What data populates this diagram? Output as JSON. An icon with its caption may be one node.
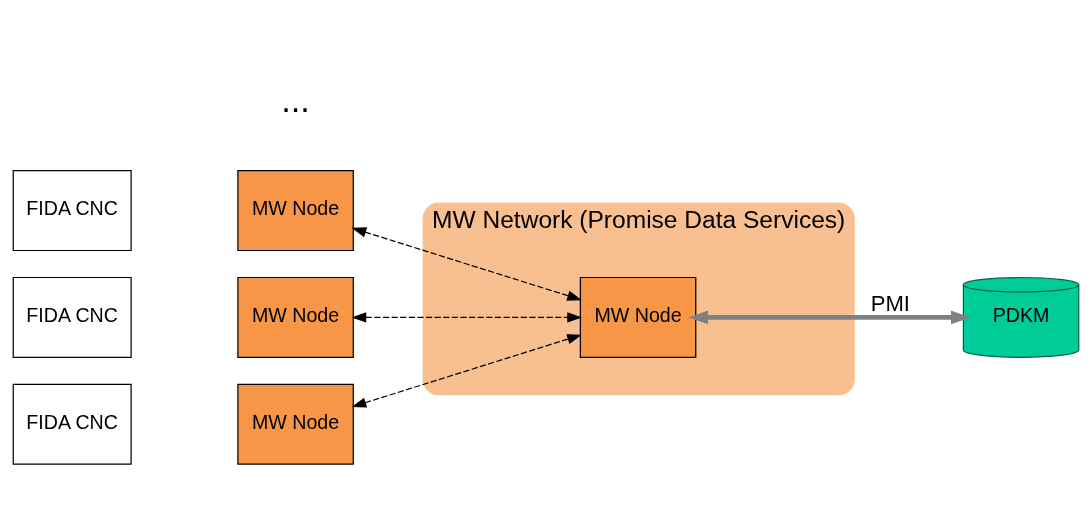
{
  "diagram": {
    "nodes": [
      {
        "text": [
          "MW Network (Promise Data Services)"
        ]
      },
      {
        "text": [
          "FIDA CNC"
        ]
      },
      {
        "text": [
          "MW Node"
        ]
      },
      {
        "text": [
          "MW Node"
        ],
        "in": 0
      },
      {
        "text": [
          "PDKM"
        ]
      },
      {
        "text": [
          "FIDA CNC"
        ]
      },
      {
        "text": [
          "MW Node"
        ]
      },
      {
        "text": [
          "FIDA CNC"
        ]
      },
      {
        "text": [
          "MW Node"
        ]
      }
    ],
    "edges": [
      {
        "from": 2,
        "to": 3,
        "arrow": "both",
        "style": "dashed"
      },
      {
        "from": 6,
        "to": 3,
        "arrow": "both",
        "style": "dashed"
      },
      {
        "from": 8,
        "to": 3,
        "arrow": "both",
        "style": "dashed"
      },
      {
        "from": 3,
        "to": 4,
        "arrow": "both",
        "label": "PMI",
        "style": "thick",
        "color": "#808080"
      }
    ],
    "labels": [
      "..."
    ]
  }
}
